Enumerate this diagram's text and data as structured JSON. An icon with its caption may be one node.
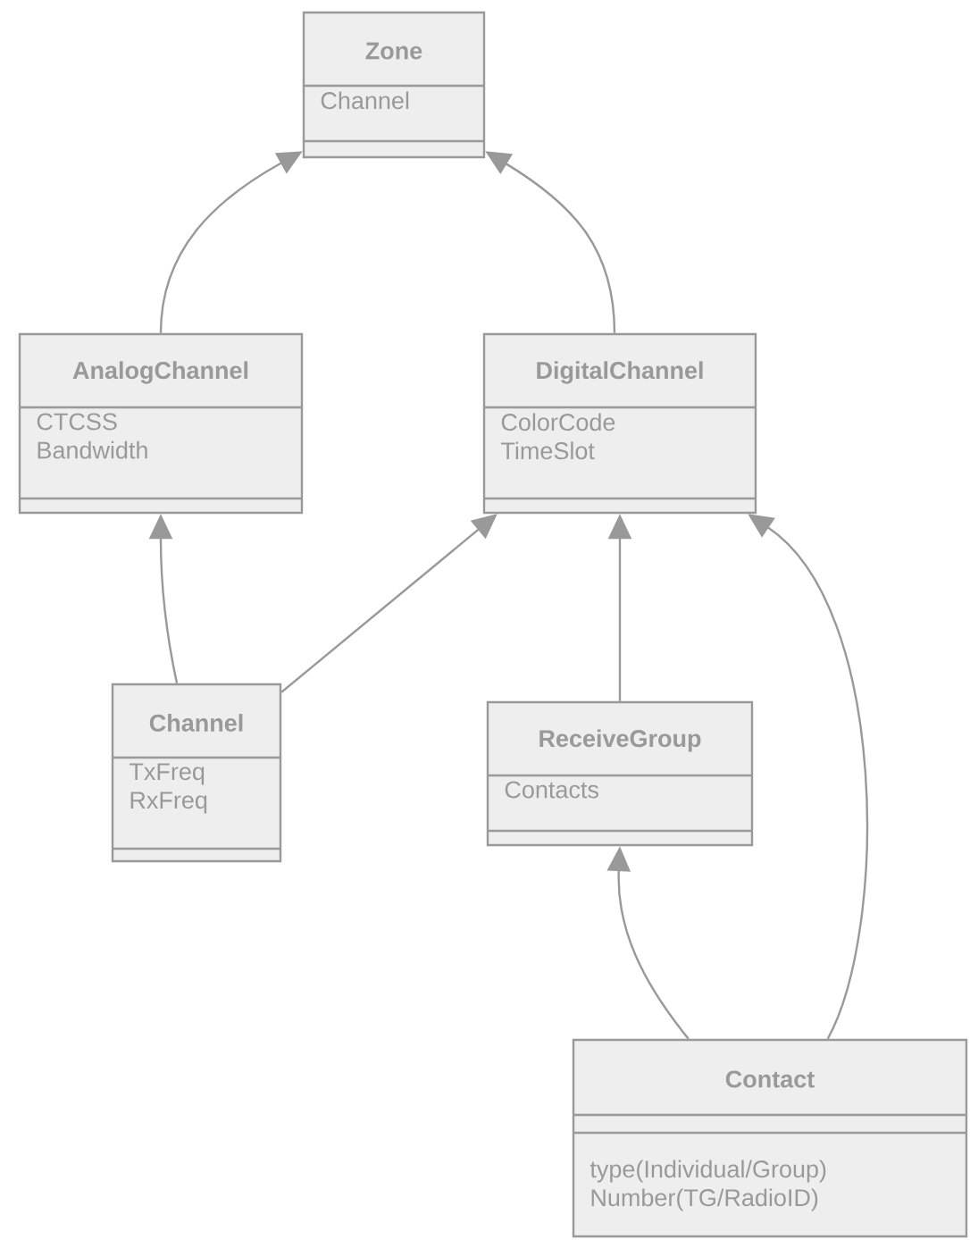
{
  "diagram": {
    "nodes": [
      {
        "text": [
          "Zone",
          "Channel"
        ]
      },
      {
        "text": [
          "AnalogChannel",
          "CTCSS",
          "Bandwidth"
        ]
      },
      {
        "text": [
          "DigitalChannel",
          "ColorCode",
          "TimeSlot"
        ]
      },
      {
        "text": [
          "Channel",
          "TxFreq",
          "RxFreq"
        ]
      },
      {
        "text": [
          "ReceiveGroup",
          "Contacts"
        ]
      },
      {
        "text": [
          "Contact",
          "type(Individual/Group)",
          "Number(TG/RadioID)"
        ]
      }
    ],
    "edges": [
      {
        "from": 1,
        "to": 0,
        "arrow": "to"
      },
      {
        "from": 2,
        "to": 0,
        "arrow": "to"
      },
      {
        "from": 3,
        "to": 1,
        "arrow": "to"
      },
      {
        "from": 3,
        "to": 2,
        "arrow": "to"
      },
      {
        "from": 4,
        "to": 2,
        "arrow": "to"
      },
      {
        "from": 5,
        "to": 4,
        "arrow": "to"
      },
      {
        "from": 5,
        "to": 2,
        "arrow": "to"
      }
    ]
  }
}
